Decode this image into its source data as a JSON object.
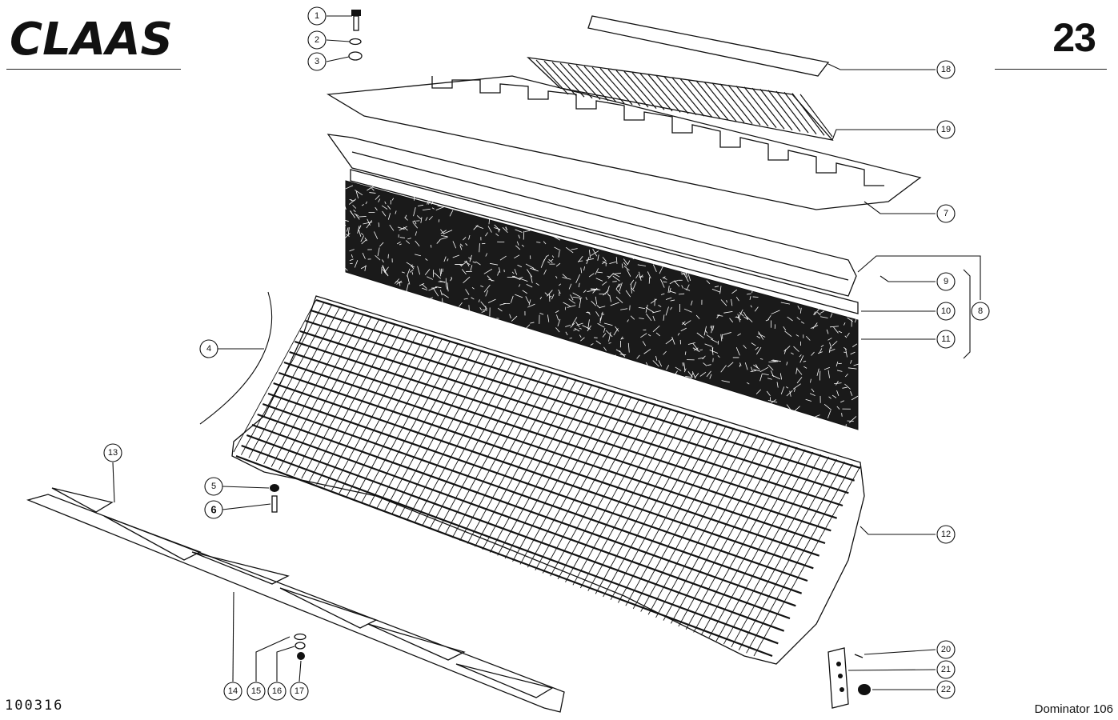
{
  "header": {
    "brand": "CLAAS",
    "page_number": "23"
  },
  "footer": {
    "document_id": "100316",
    "model": "Dominator 106"
  },
  "callouts": [
    {
      "id": "1",
      "label": "1"
    },
    {
      "id": "2",
      "label": "2"
    },
    {
      "id": "3",
      "label": "3"
    },
    {
      "id": "4",
      "label": "4"
    },
    {
      "id": "5",
      "label": "5"
    },
    {
      "id": "6",
      "label": "6"
    },
    {
      "id": "7",
      "label": "7"
    },
    {
      "id": "8",
      "label": "8"
    },
    {
      "id": "9",
      "label": "9"
    },
    {
      "id": "10",
      "label": "10"
    },
    {
      "id": "11",
      "label": "11"
    },
    {
      "id": "12",
      "label": "12"
    },
    {
      "id": "13",
      "label": "13"
    },
    {
      "id": "14",
      "label": "14"
    },
    {
      "id": "15",
      "label": "15"
    },
    {
      "id": "16",
      "label": "16"
    },
    {
      "id": "17",
      "label": "17"
    },
    {
      "id": "18",
      "label": "18"
    },
    {
      "id": "19",
      "label": "19"
    },
    {
      "id": "20",
      "label": "20"
    },
    {
      "id": "21",
      "label": "21"
    },
    {
      "id": "22",
      "label": "22"
    }
  ]
}
